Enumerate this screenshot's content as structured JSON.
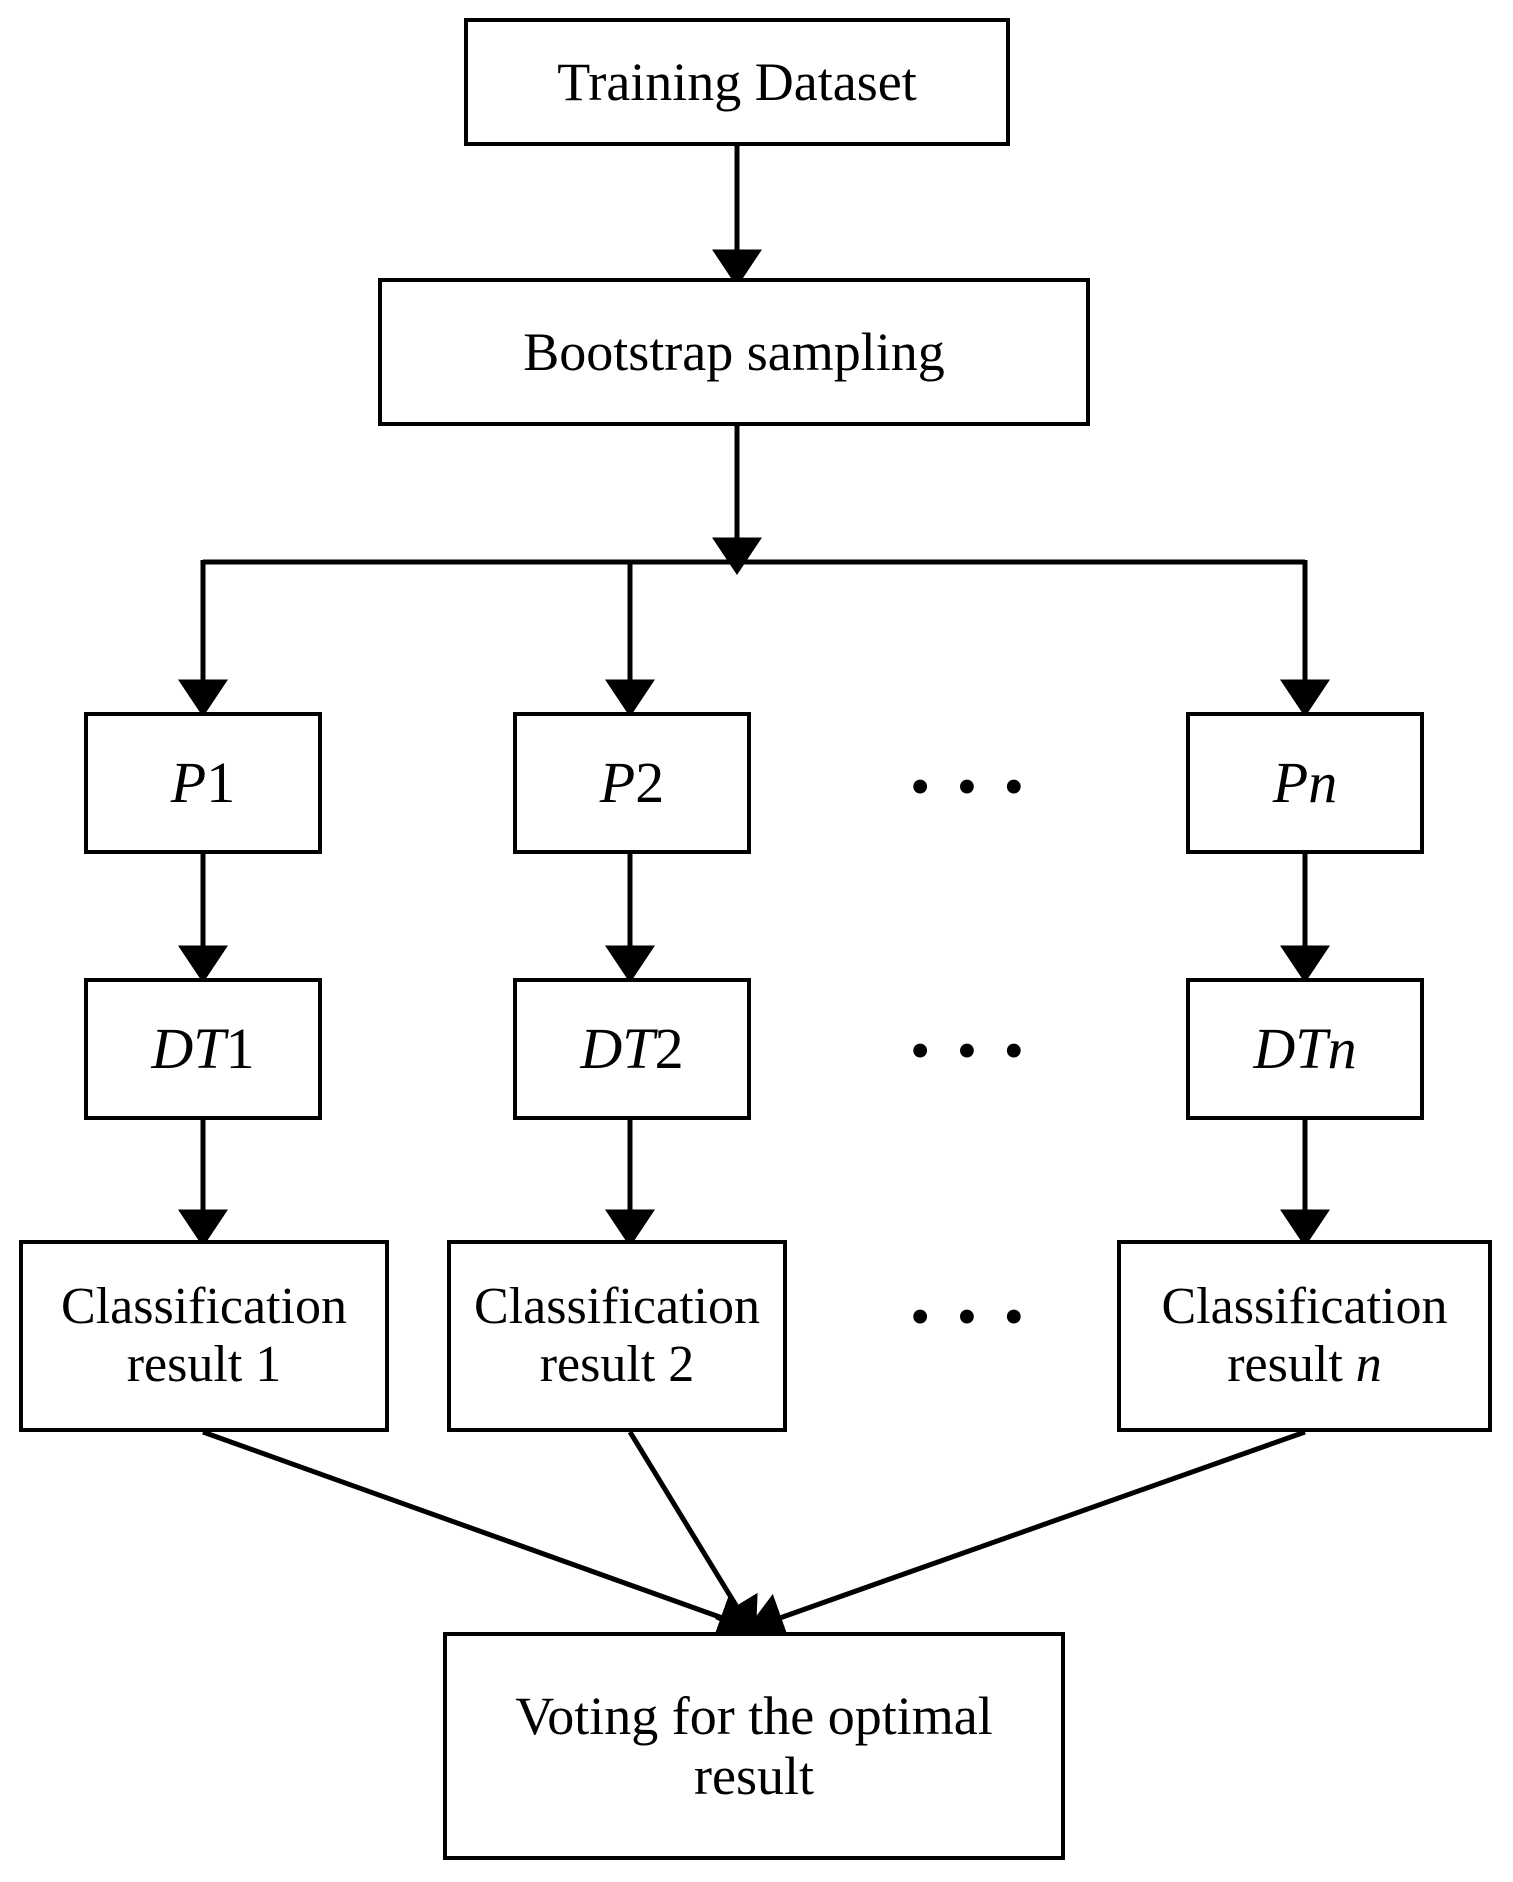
{
  "diagram": {
    "title": "Random forest ensemble flowchart",
    "stroke_color": "#000000",
    "background_color": "#ffffff",
    "ellipsis_glyph": "• • •"
  },
  "nodes": {
    "training_dataset": {
      "label": "Training Dataset"
    },
    "bootstrap_sampling": {
      "label": "Bootstrap sampling"
    },
    "p1": {
      "base": "P",
      "sub": "1"
    },
    "p2": {
      "base": "P",
      "sub": "2"
    },
    "pn": {
      "base": "P",
      "sub": "n"
    },
    "dt1": {
      "base": "DT",
      "sub": "1"
    },
    "dt2": {
      "base": "DT",
      "sub": "2"
    },
    "dtn": {
      "base": "DT",
      "sub": "n"
    },
    "result1": {
      "line1": "Classification",
      "line2_prefix": "result ",
      "line2_index": "1"
    },
    "result2": {
      "line1": "Classification",
      "line2_prefix": "result ",
      "line2_index": "2"
    },
    "resultn": {
      "line1": "Classification",
      "line2_prefix": "result ",
      "line2_index": "n"
    },
    "voting": {
      "line1": "Voting for the optimal",
      "line2": "result"
    }
  },
  "ellipses": {
    "row_p": "• • •",
    "row_dt": "• • •",
    "row_result": "• • •"
  }
}
